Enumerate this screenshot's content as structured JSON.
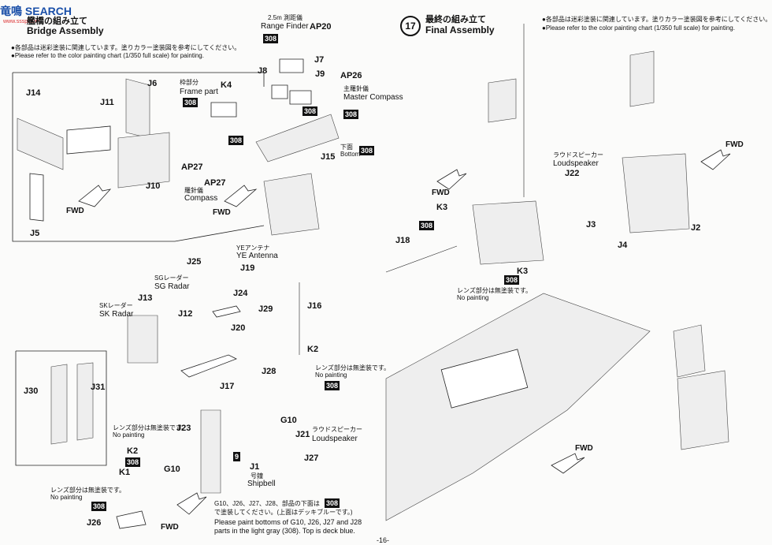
{
  "watermark": {
    "text": "竜鳴 SEARCH",
    "sub": "www.sssp.com"
  },
  "left": {
    "step_title_jp": "艦橋の組み立て",
    "step_title_en": "Bridge Assembly",
    "note_jp": "●各部品は迷彩塗装に関連しています。塗りカラー塗装図を参考にしてください。",
    "note_en": "●Please refer to the color painting chart (1/350 full scale) for painting.",
    "parts": {
      "AP20": "AP20",
      "range_jp": "2.5m 測距儀",
      "range_en": "Range Finder",
      "J7": "J7",
      "J8": "J8",
      "J9": "J9",
      "AP26": "AP26",
      "master_jp": "主羅針儀",
      "master_en": "Master Compass",
      "K4": "K4",
      "frame_jp": "枠部分",
      "frame_en": "Frame part",
      "J14": "J14",
      "J11": "J11",
      "J6": "J6",
      "J10": "J10",
      "J5": "J5",
      "FWD1": "FWD",
      "AP27a": "AP27",
      "AP27b": "AP27",
      "compass_jp": "羅針儀",
      "compass_en": "Compass",
      "FWD2": "FWD",
      "J15": "J15",
      "bottom_jp": "下面",
      "bottom_en": "Bottom",
      "ye_jp": "YEアンテナ",
      "ye_en": "YE Antenna",
      "J19": "J19",
      "J25": "J25",
      "sg_jp": "SGレーダー",
      "sg_en": "SG Radar",
      "J24": "J24",
      "sk_jp": "SKレーダー",
      "sk_en": "SK Radar",
      "J13": "J13",
      "J12": "J12",
      "J20": "J20",
      "J29": "J29",
      "J16": "J16",
      "K2a": "K2",
      "nopaint_jp": "レンズ部分は無塗装です。",
      "nopaint_en": "No painting",
      "J28": "J28",
      "J30": "J30",
      "J31": "J31",
      "J17": "J17",
      "J23": "J23",
      "K2b": "K2",
      "K1": "K1",
      "G10a": "G10",
      "G10b": "G10",
      "J21": "J21",
      "ls_jp": "ラウドスピーカー",
      "ls_en": "Loudspeaker",
      "J1": "J1",
      "bell_jp": "号鐘",
      "bell_en": "Shipbell",
      "J27": "J27",
      "J26": "J26",
      "FWD3": "FWD",
      "nine": "9"
    },
    "badge": "308",
    "bottom_note_jp1": "G10、J26、J27、J28、部品の下面は",
    "bottom_note_jp2": "で塗装してください。(上面はデッキブルーです。)",
    "bottom_note_en1": "Please paint bottoms of G10, J26, J27 and J28",
    "bottom_note_en2": "parts in the light gray (308). Top is deck blue."
  },
  "right": {
    "step_number": "17",
    "step_title_jp": "最終の組み立て",
    "step_title_en": "Final Assembly",
    "note_jp": "●各部品は迷彩塗装に関連しています。塗りカラー塗装図を参考にしてください。",
    "note_en": "●Please refer to the color painting chart (1/350 full scale) for painting.",
    "parts": {
      "FWDa": "FWD",
      "FWDb": "FWD",
      "FWDc": "FWD",
      "ls_jp": "ラウドスピーカー",
      "ls_en": "Loudspeaker",
      "J22": "J22",
      "J3": "J3",
      "J2": "J2",
      "J4": "J4",
      "K3a": "K3",
      "K3b": "K3",
      "J18": "J18",
      "nopaint_jp": "レンズ部分は無塗装です。",
      "nopaint_en": "No painting"
    }
  },
  "page_number": "-16-"
}
